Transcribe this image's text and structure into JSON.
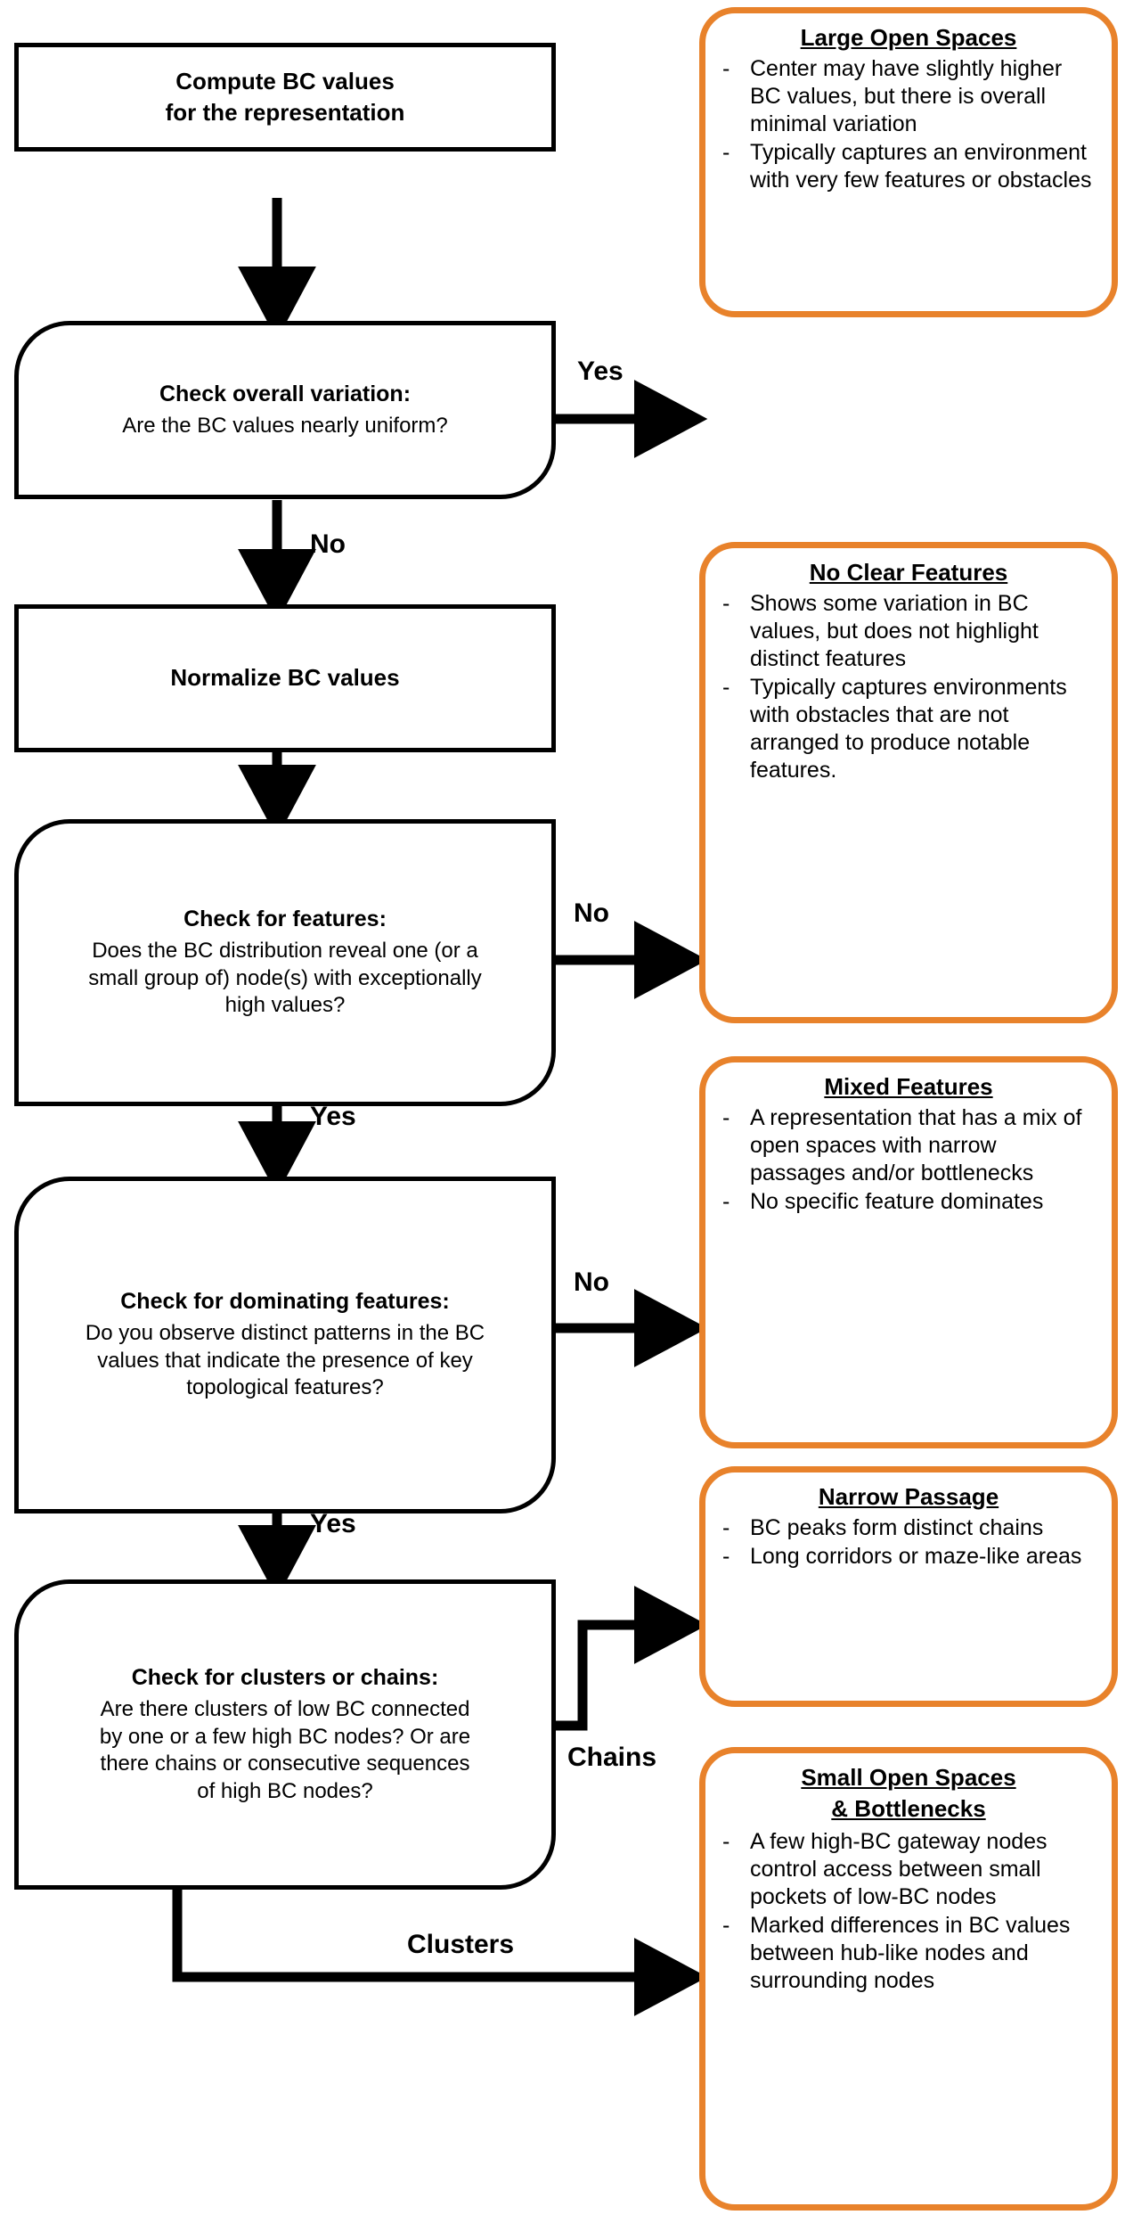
{
  "theme": {
    "accent_orange": "#E8822B",
    "line_black": "#000000",
    "background": "#FFFFFF"
  },
  "flow": {
    "start": {
      "line1": "Compute BC values",
      "line2": "for the representation"
    },
    "normalize": {
      "label": "Normalize BC values"
    },
    "decisions": [
      {
        "id": "check-overall-variation",
        "title": "Check overall variation:",
        "question": "Are the BC values nearly uniform?"
      },
      {
        "id": "check-for-features",
        "title": "Check for features:",
        "question": "Does the BC distribution reveal one (or a small group of) node(s) with exceptionally high values?"
      },
      {
        "id": "check-for-dominating-features",
        "title": "Check for dominating features:",
        "question": "Do you observe distinct patterns in the BC values that indicate the presence of key topological features?"
      },
      {
        "id": "check-for-clusters-or-chains",
        "title": "Check for clusters or chains:",
        "question": "Are there clusters of low BC connected by one or a few high BC nodes? Or are there chains or consecutive sequences of high BC nodes?"
      }
    ],
    "edge_labels": {
      "variation_yes": "Yes",
      "variation_no": "No",
      "features_no": "No",
      "features_yes": "Yes",
      "dominating_no": "No",
      "dominating_yes": "Yes",
      "chains": "Chains",
      "clusters": "Clusters"
    }
  },
  "outcomes": [
    {
      "id": "large-open-spaces",
      "title": "Large Open Spaces",
      "bullets": [
        "Center may have slightly higher BC values, but there is overall minimal variation",
        "Typically captures an environment with very few features or obstacles"
      ]
    },
    {
      "id": "no-clear-features",
      "title": "No Clear Features",
      "bullets": [
        "Shows some variation in BC values, but does not highlight distinct features",
        "Typically captures environments with obstacles that are not arranged to produce notable features."
      ]
    },
    {
      "id": "mixed-features",
      "title": "Mixed Features",
      "bullets": [
        "A representation that has a mix of open spaces with narrow passages and/or bottlenecks",
        "No specific feature dominates"
      ]
    },
    {
      "id": "narrow-passage",
      "title": "Narrow Passage",
      "bullets": [
        "BC peaks form distinct chains",
        "Long corridors or maze-like areas"
      ]
    },
    {
      "id": "small-open-spaces-and-bottlenecks",
      "title_line1": "Small Open Spaces",
      "title_line2": "& Bottlenecks",
      "bullets": [
        "A few high-BC gateway nodes control access between small pockets of low-BC nodes",
        "Marked differences in BC values between hub-like nodes and surrounding nodes"
      ]
    }
  ]
}
